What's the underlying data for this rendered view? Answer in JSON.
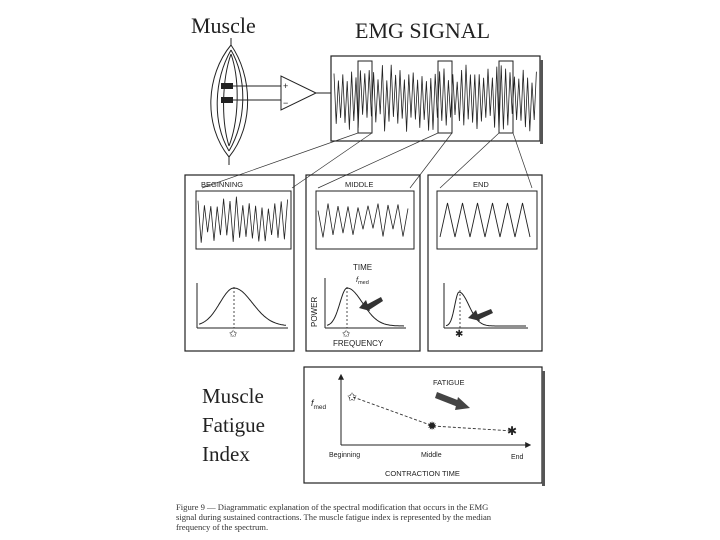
{
  "title_muscle": "Muscle",
  "title_emg": "EMG SIGNAL",
  "amp_plus": "+",
  "amp_minus": "−",
  "panels": {
    "beginning": "BEGINNING",
    "middle": "MIDDLE",
    "end": "END"
  },
  "time_label": "TIME",
  "power_label": "POWER",
  "frequency_label": "FREQUENCY",
  "fmed_f": "f",
  "fmed_sub": "med",
  "fatigue_index": [
    "Muscle",
    "Fatigue",
    "Index"
  ],
  "fatigue_chart": {
    "y_label_f": "f",
    "y_label_sub": "med",
    "fatigue_label": "FATIGUE",
    "x_ticks": [
      "Beginning",
      "Middle",
      "End"
    ],
    "x_label": "CONTRACTION TIME"
  },
  "caption": [
    "Figure 9 — Diagrammatic explanation of the spectral modification that occurs in the EMG",
    "signal during sustained contractions. The muscle fatigue index is represented by the median",
    "frequency of the spectrum."
  ]
}
